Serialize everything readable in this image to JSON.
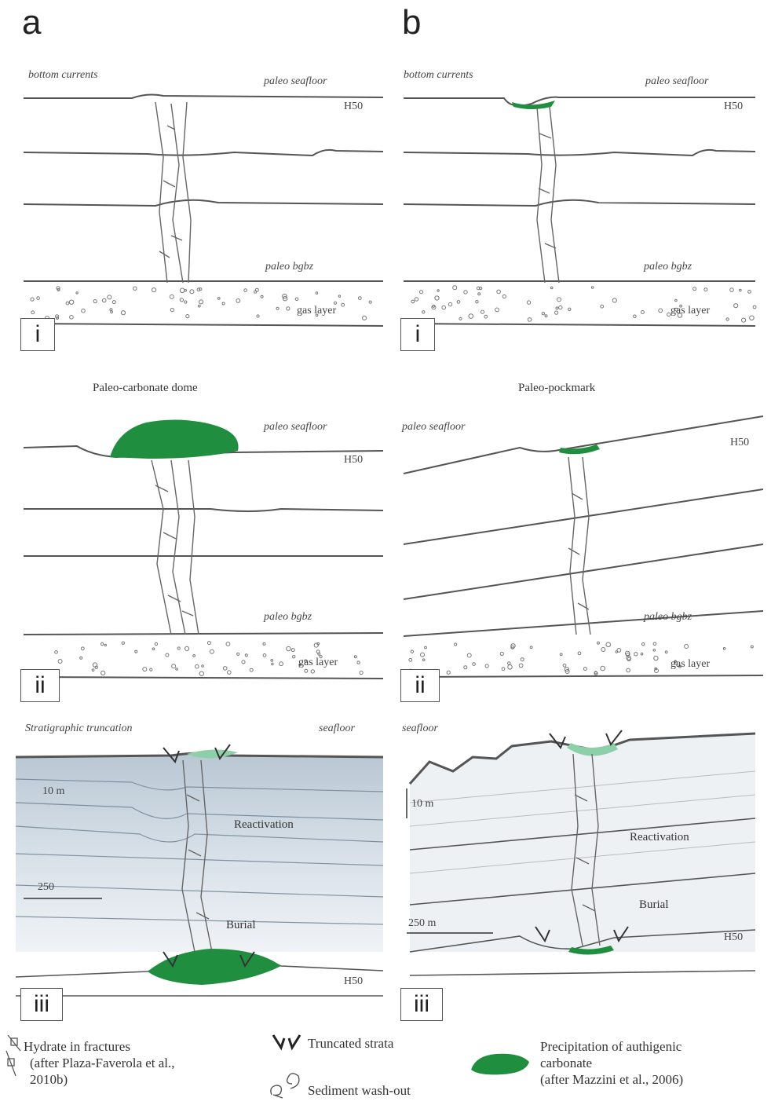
{
  "columns": [
    "a",
    "b"
  ],
  "panels": {
    "a_i": {
      "box": "i",
      "top_left": "bottom currents",
      "top_right": "paleo seafloor",
      "h": "H50",
      "mid": "paleo bgbz",
      "bottom": "gas layer"
    },
    "b_i": {
      "box": "i",
      "top_left": "bottom currents",
      "top_right": "paleo seafloor",
      "h": "H50",
      "mid": "paleo bgbz",
      "bottom": "gas layer"
    },
    "a_ii": {
      "box": "ii",
      "title": "Paleo-carbonate dome",
      "top_right": "paleo seafloor",
      "h": "H50",
      "mid": "paleo bgbz",
      "bottom": "gas layer"
    },
    "b_ii": {
      "box": "ii",
      "title": "Paleo-pockmark",
      "top_left": "paleo seafloor",
      "h": "H50",
      "mid": "paleo bgbz",
      "bottom": "gas layer"
    },
    "a_iii": {
      "box": "iii",
      "top_left": "Stratigraphic truncation",
      "top_right": "seafloor",
      "scale_v": "10 m",
      "stage": "Reactivation",
      "scale_h": "250",
      "burial": "Burial",
      "h": "H50"
    },
    "b_iii": {
      "box": "iii",
      "top_left": "seafloor",
      "scale_v": "10 m",
      "stage": "Reactivation",
      "scale_h": "250 m",
      "burial": "Burial",
      "h": "H50"
    }
  },
  "legend": {
    "hydrate": [
      "Hydrate in fractures",
      "(after Plaza-Faverola et al.,",
      "2010b)"
    ],
    "truncated": "Truncated strata",
    "washout": "Sediment wash-out",
    "carbonate": [
      "Precipitation of authigenic",
      "carbonate",
      "(after Mazzini et al., 2006)"
    ]
  },
  "colors": {
    "carbonate": "#1f8f3f",
    "line": "#555555",
    "seismic": "#c9d6e0"
  }
}
